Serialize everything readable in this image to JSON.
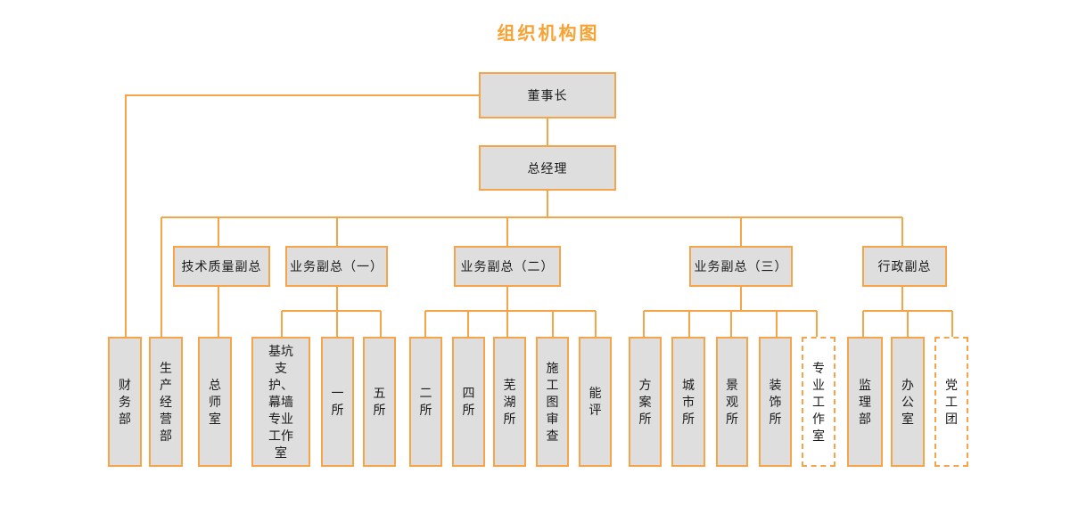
{
  "title": "组织机构图",
  "palette": {
    "accent_orange": "#F6A449",
    "title_orange": "#F7A233",
    "box_fill": "#DEDEDE",
    "dashed_box_fill": "#FFFFFF",
    "text_color": "#1A1A1A"
  },
  "org": {
    "root": {
      "label": "董事长"
    },
    "general_manager": {
      "label": "总经理"
    },
    "deputies": [
      {
        "label": "技术质量副总"
      },
      {
        "label": "业务副总（一）"
      },
      {
        "label": "业务副总（二）"
      },
      {
        "label": "业务副总（三）"
      },
      {
        "label": "行政副总"
      }
    ],
    "departments": [
      {
        "label": "财务部",
        "reports_to": "董事长",
        "border": "solid"
      },
      {
        "label": "生产经营部",
        "reports_to": "总经理",
        "border": "solid"
      },
      {
        "label": "总师室",
        "reports_to": "技术质量副总",
        "border": "solid"
      },
      {
        "label": "基坑支护、幕墙专业工作室",
        "reports_to": "业务副总（一）",
        "border": "solid"
      },
      {
        "label": "一所",
        "reports_to": "业务副总（一）",
        "border": "solid"
      },
      {
        "label": "五所",
        "reports_to": "业务副总（一）",
        "border": "solid"
      },
      {
        "label": "二所",
        "reports_to": "业务副总（二）",
        "border": "solid"
      },
      {
        "label": "四所",
        "reports_to": "业务副总（二）",
        "border": "solid"
      },
      {
        "label": "芜湖所",
        "reports_to": "业务副总（二）",
        "border": "solid"
      },
      {
        "label": "施工图审查",
        "reports_to": "业务副总（二）",
        "border": "solid"
      },
      {
        "label": "能评",
        "reports_to": "业务副总（二）",
        "border": "solid"
      },
      {
        "label": "方案所",
        "reports_to": "业务副总（三）",
        "border": "solid"
      },
      {
        "label": "城市所",
        "reports_to": "业务副总（三）",
        "border": "solid"
      },
      {
        "label": "景观所",
        "reports_to": "业务副总（三）",
        "border": "solid"
      },
      {
        "label": "装饰所",
        "reports_to": "业务副总（三）",
        "border": "solid"
      },
      {
        "label": "专业工作室",
        "reports_to": "业务副总（三）",
        "border": "dashed"
      },
      {
        "label": "监理部",
        "reports_to": "行政副总",
        "border": "solid"
      },
      {
        "label": "办公室",
        "reports_to": "行政副总",
        "border": "solid"
      },
      {
        "label": "党工团",
        "reports_to": "行政副总",
        "border": "dashed"
      }
    ]
  }
}
